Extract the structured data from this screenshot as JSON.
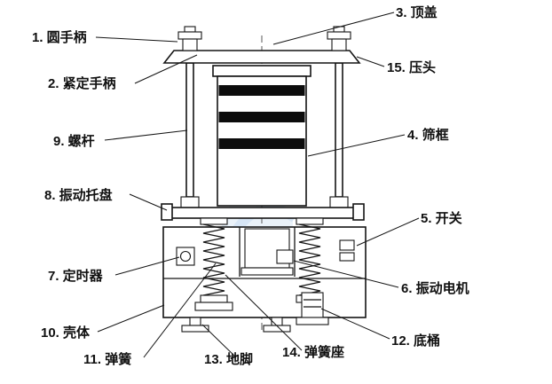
{
  "figure": {
    "background_color": "#ffffff",
    "line_color": "#141414",
    "watermark_color": "#b9d3ea"
  },
  "labels": [
    {
      "id": "1",
      "text": "1. 圆手柄"
    },
    {
      "id": "2",
      "text": "2. 紧定手柄"
    },
    {
      "id": "3",
      "text": "3. 顶盖"
    },
    {
      "id": "4",
      "text": "4. 筛框"
    },
    {
      "id": "5",
      "text": "5. 开关"
    },
    {
      "id": "6",
      "text": "6. 振动电机"
    },
    {
      "id": "7",
      "text": "7. 定时器"
    },
    {
      "id": "8",
      "text": "8. 振动托盘"
    },
    {
      "id": "9",
      "text": "9. 螺杆"
    },
    {
      "id": "10",
      "text": "10. 壳体"
    },
    {
      "id": "11",
      "text": "11. 弹簧"
    },
    {
      "id": "12",
      "text": "12. 底桶"
    },
    {
      "id": "13",
      "text": "13. 地脚"
    },
    {
      "id": "14",
      "text": "14. 弹簧座"
    },
    {
      "id": "15",
      "text": "15. 压头"
    }
  ]
}
